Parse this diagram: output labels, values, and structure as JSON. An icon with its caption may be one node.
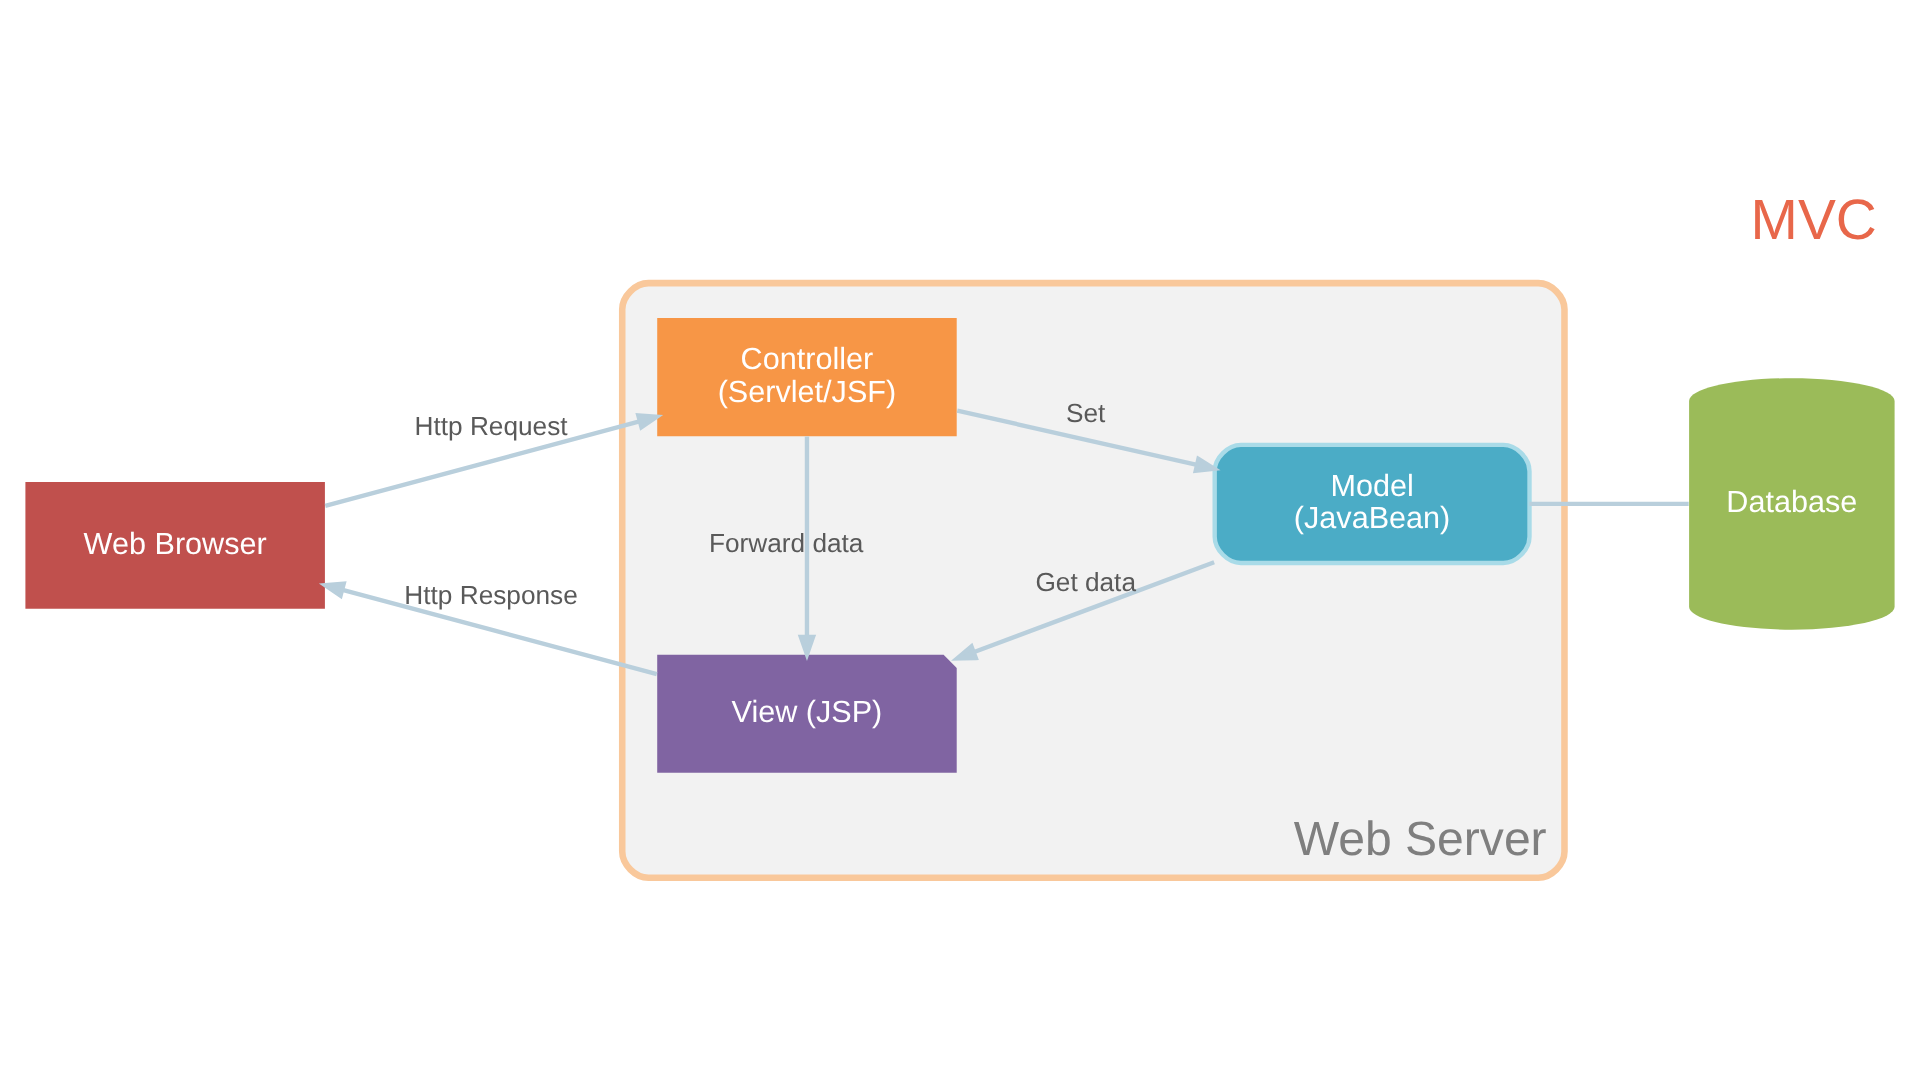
{
  "diagram": {
    "title": "MVC",
    "nodes": [
      {
        "text": [
          "Web Browser"
        ]
      },
      {
        "text": [
          "Web Server"
        ]
      },
      {
        "text": [
          "Controller (Servlet/JSF)"
        ],
        "in": 1
      },
      {
        "text": [
          "View (JSP)"
        ],
        "in": 1
      },
      {
        "text": [
          "Model (JavaBean)"
        ],
        "in": 1
      },
      {
        "text": [
          "Database"
        ]
      }
    ],
    "edges": [
      {
        "from": 0,
        "to": 2,
        "arrow": "to",
        "label": "Http Request"
      },
      {
        "from": 3,
        "to": 0,
        "arrow": "to",
        "label": "Http Response"
      },
      {
        "from": 2,
        "to": 3,
        "arrow": "to",
        "label": "Forward data"
      },
      {
        "from": 2,
        "to": 4,
        "arrow": "to",
        "label": "Set"
      },
      {
        "from": 4,
        "to": 3,
        "arrow": "to",
        "label": "Get data"
      },
      {
        "from": 4,
        "to": 5,
        "arrow": "none"
      }
    ]
  }
}
